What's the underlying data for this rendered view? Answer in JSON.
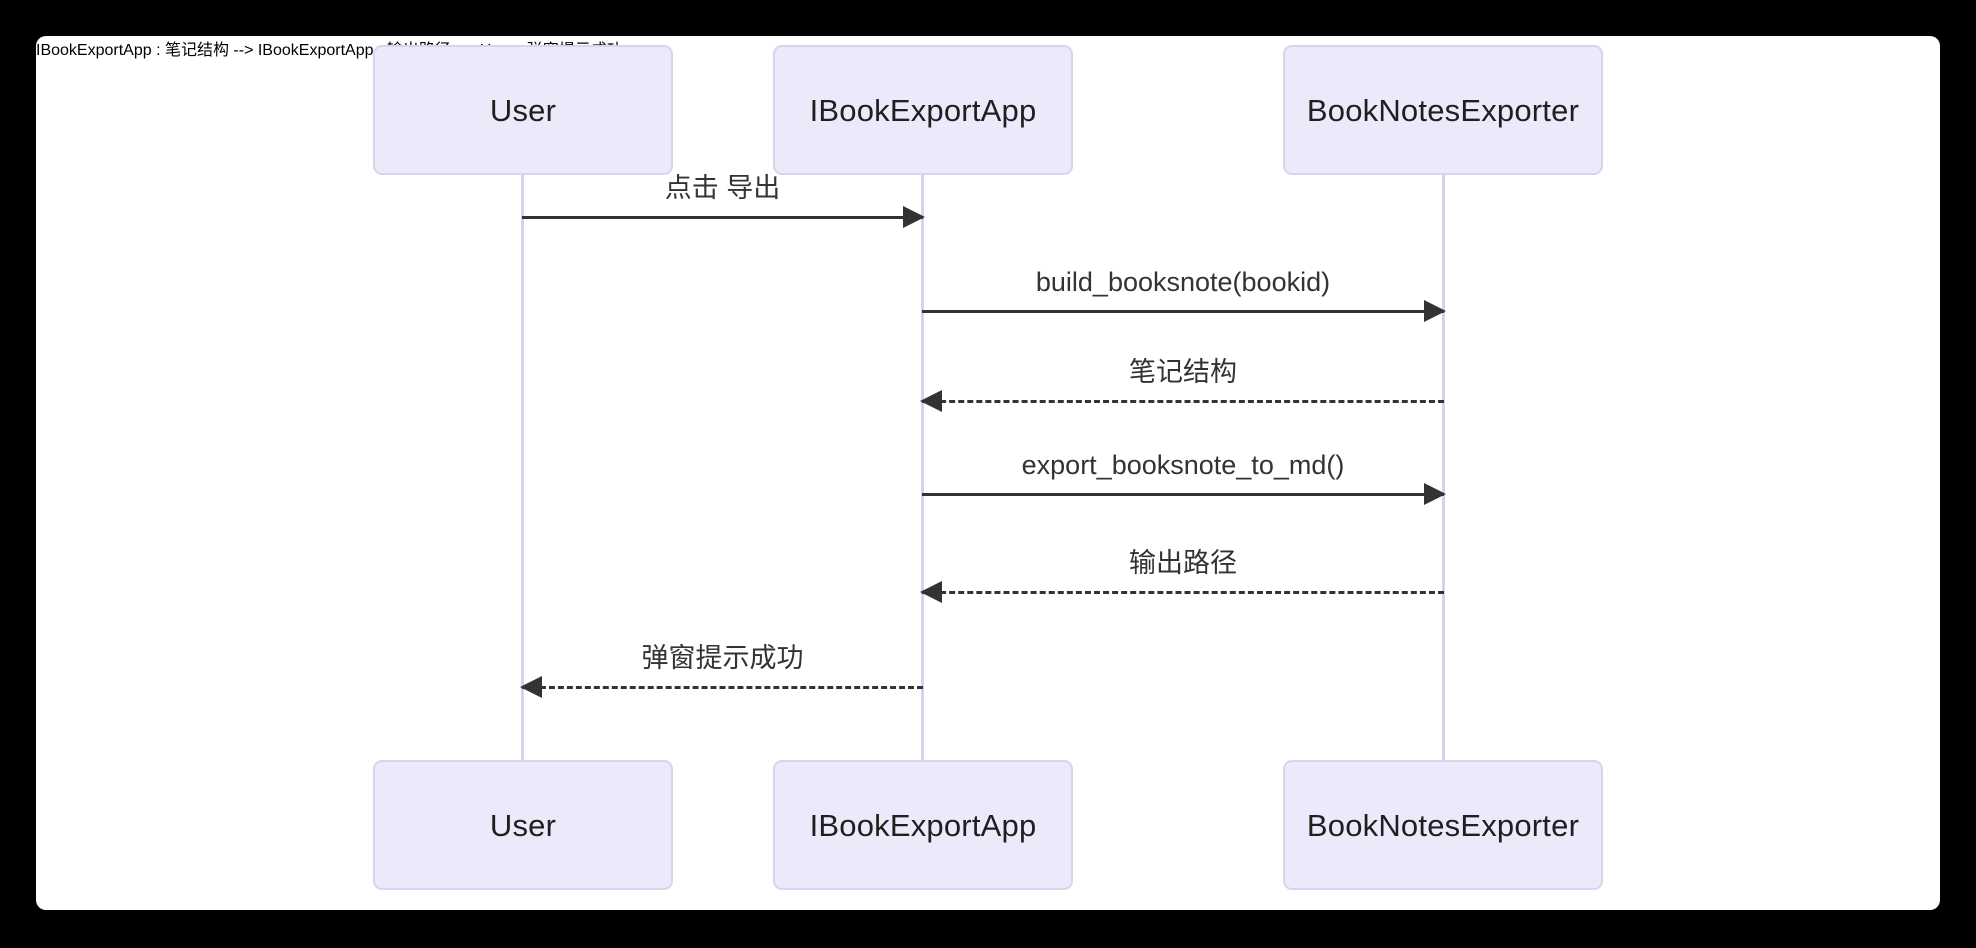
{
  "diagram": {
    "type": "sequence-diagram",
    "canvas_background": "#ffffff",
    "page_background": "#000000",
    "participant_fill": "#ECEAFA",
    "participant_border": "#D8D4EE",
    "lifeline_color": "#D6D2EC",
    "line_color": "#333333",
    "text_color": "#333333",
    "participants": [
      {
        "id": "user",
        "label": "User"
      },
      {
        "id": "app",
        "label": "IBookExportApp"
      },
      {
        "id": "exporter",
        "label": "BookNotesExporter"
      }
    ],
    "participants_bottom": [
      {
        "id": "user",
        "label": "User"
      },
      {
        "id": "app",
        "label": "IBookExportApp"
      },
      {
        "id": "exporter",
        "label": "BookNotesExporter"
      }
    ],
    "messages": [
      {
        "index": 1,
        "from": "user",
        "to": "app",
        "label": "点击 导出",
        "style": "solid",
        "direction": "right"
      },
      {
        "index": 2,
        "from": "app",
        "to": "exporter",
        "label": "build_booksnote(bookid)",
        "style": "solid",
        "direction": "right"
      },
      {
        "index": 3,
        "from": "exporter",
        "to": "app",
        "label": "笔记结构",
        "style": "dashed",
        "direction": "left"
      },
      {
        "index": 4,
        "from": "app",
        "to": "exporter",
        "label": "export_booksnote_to_md()",
        "style": "solid",
        "direction": "right"
      },
      {
        "index": 5,
        "from": "exporter",
        "to": "app",
        "label": "输出路径",
        "style": "dashed",
        "direction": "left"
      },
      {
        "index": 6,
        "from": "app",
        "to": "user",
        "label": "弹窗提示成功",
        "style": "dashed",
        "direction": "left"
      }
    ]
  }
}
